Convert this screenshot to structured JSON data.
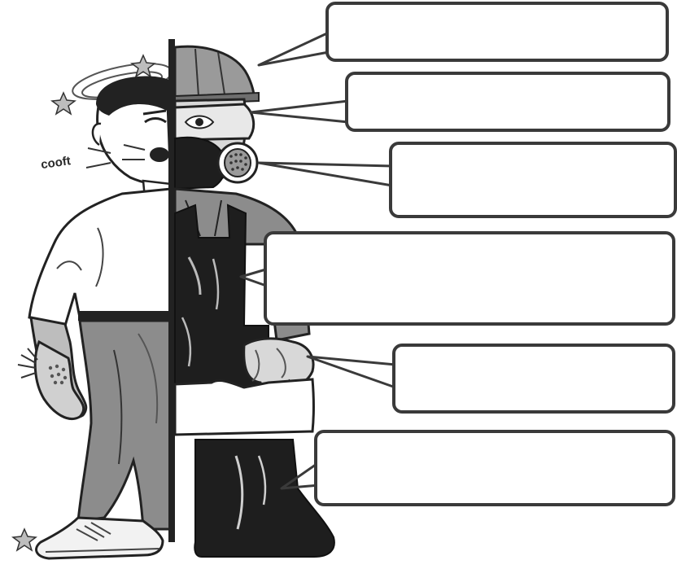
{
  "illustration": {
    "cough_label": "cooft"
  },
  "callouts": [
    {
      "id": "helmet",
      "text": ""
    },
    {
      "id": "goggles",
      "text": ""
    },
    {
      "id": "respirator",
      "text": ""
    },
    {
      "id": "overalls",
      "text": ""
    },
    {
      "id": "gloves",
      "text": ""
    },
    {
      "id": "boots",
      "text": ""
    }
  ],
  "colors": {
    "outline": "#3a3a3a",
    "dark_fill": "#1e1e1e",
    "mid_gray": "#8c8c8c",
    "light_gray": "#c8c8c8",
    "paper": "#ffffff"
  }
}
